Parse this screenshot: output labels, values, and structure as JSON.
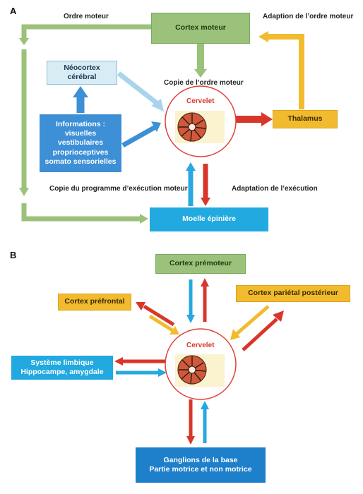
{
  "panel_a": {
    "letter": "A",
    "cortex_moteur": "Cortex moteur",
    "neocortex": "Néocortex\ncérébral",
    "informations": "Informations :\nvisuelles\nvestibulaires\nproprioceptives\nsomato sensorielles",
    "cervelet": "Cervelet",
    "thalamus": "Thalamus",
    "moelle": "Moelle épinière",
    "label_ordre_moteur": "Ordre moteur",
    "label_adaption": "Adaption de l’ordre moteur",
    "label_copie_ordre": "Copie de l’ordre moteur",
    "label_copie_programme": "Copie du programme d’exécution moteur",
    "label_adaptation_execution": "Adaptation de l’exécution"
  },
  "panel_b": {
    "letter": "B",
    "cortex_premoteur": "Cortex prémoteur",
    "cortex_prefrontal": "Cortex préfrontal",
    "cortex_parietal": "Cortex pariétal postérieur",
    "systeme_limbique": "Système limbique\nHippocampe, amygdale",
    "cervelet": "Cervelet",
    "ganglions": "Ganglions de la base\nPartie motrice et non motrice"
  },
  "colors": {
    "green": "#9bc27a",
    "orange": "#f2bb2f",
    "red_arrow": "#d9362b",
    "blue_arrow": "#29a8e0",
    "cervelet_circle": "#e0413a"
  }
}
